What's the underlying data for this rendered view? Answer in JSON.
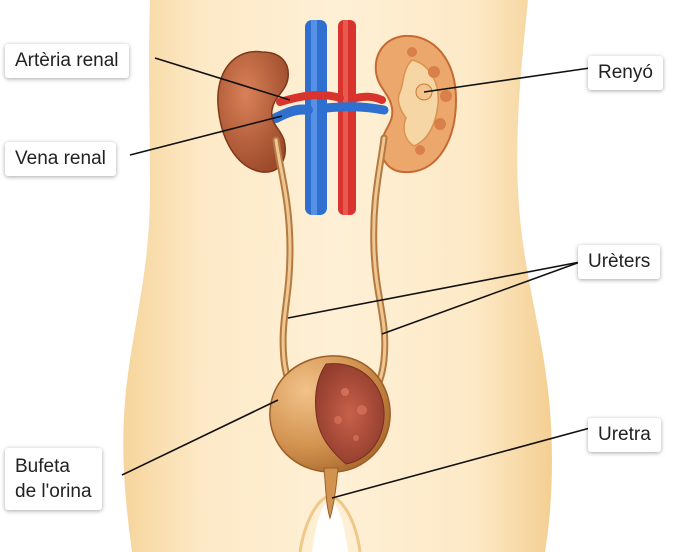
{
  "labels": {
    "arteria_renal": "Artèria renal",
    "vena_renal": "Vena renal",
    "renyo": "Renyó",
    "ureters": "Urèters",
    "uretra": "Uretra",
    "bufeta_line1": "Bufeta",
    "bufeta_line2": "de l'orina"
  },
  "colors": {
    "skin": "#fbe3b6",
    "kidney": "#b5603a",
    "kidney_section": "#eca76c",
    "artery": "#d8332d",
    "vein": "#2e6fcf",
    "ureter": "#dcab72",
    "bladder": "#c98845",
    "bladder_interior": "#b5513d",
    "leader_line": "#111111"
  }
}
